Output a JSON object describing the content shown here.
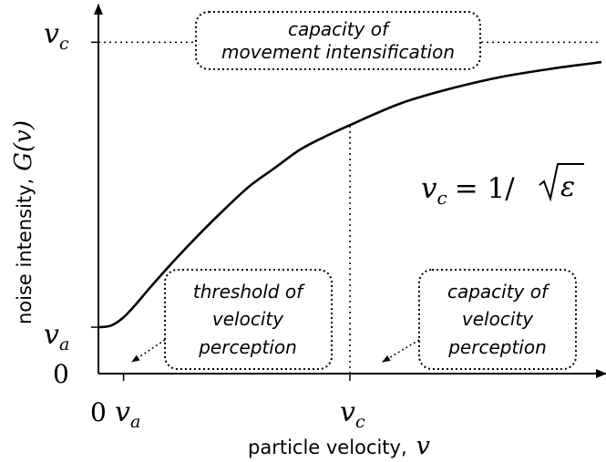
{
  "chart_data": {
    "type": "line",
    "xlabel": {
      "text": "particle velocity,",
      "symbol": "v"
    },
    "ylabel": {
      "text": "noise intensity,",
      "symbol": "G(v)"
    },
    "x_ticks": [
      {
        "base": "0",
        "sub": ""
      },
      {
        "base": "v",
        "sub": "a"
      },
      {
        "base": "v",
        "sub": "c"
      }
    ],
    "y_ticks": [
      {
        "base": "0",
        "sub": ""
      },
      {
        "base": "v",
        "sub": "a"
      },
      {
        "base": "v",
        "sub": "c"
      }
    ],
    "formula": {
      "lhs_base": "v",
      "lhs_sub": "c",
      "eq": "= 1/",
      "radicand": "ε"
    },
    "annotations": {
      "top": {
        "line1": "capacity of",
        "line2": "movement intensification"
      },
      "left": {
        "line1": "threshold of",
        "line2": "velocity",
        "line3": "perception"
      },
      "right": {
        "line1": "capacity of",
        "line2": "velocity",
        "line3": "perception"
      }
    },
    "params": {
      "va": 0.14,
      "vc": 1.0
    },
    "xlim": [
      0,
      2.0
    ],
    "ylim": [
      0,
      1.1
    ],
    "x_marks": {
      "va": 0.1,
      "vc": 1.0
    },
    "series": [
      {
        "points": [
          [
            0.0,
            0.14
          ],
          [
            0.05,
            0.145
          ],
          [
            0.1,
            0.17
          ],
          [
            0.15,
            0.21
          ],
          [
            0.2,
            0.255
          ],
          [
            0.3,
            0.34
          ],
          [
            0.4,
            0.42
          ],
          [
            0.5,
            0.495
          ],
          [
            0.6,
            0.565
          ],
          [
            0.7,
            0.62
          ],
          [
            0.8,
            0.675
          ],
          [
            0.9,
            0.715
          ],
          [
            1.0,
            0.75
          ],
          [
            1.2,
            0.815
          ],
          [
            1.4,
            0.86
          ],
          [
            1.6,
            0.895
          ],
          [
            1.8,
            0.92
          ],
          [
            2.0,
            0.94
          ]
        ]
      }
    ]
  }
}
